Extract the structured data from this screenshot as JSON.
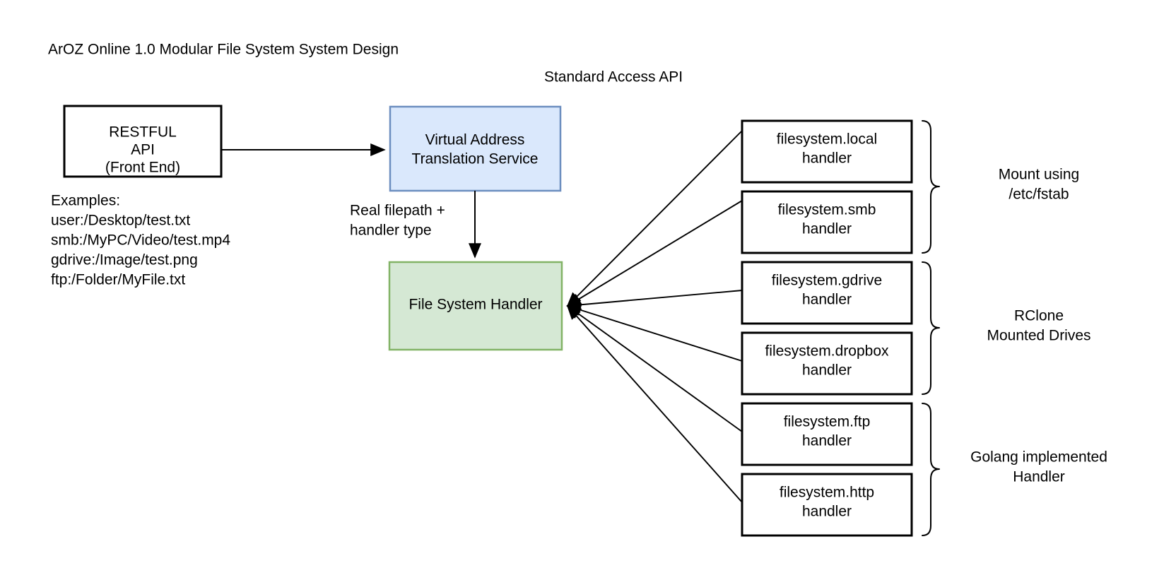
{
  "diagram": {
    "title": "ArOZ Online 1.0 Modular File System System Design",
    "section_label": "Standard Access API",
    "frontend": {
      "name": "restful-api-front-end",
      "lines": [
        "RESTFUL",
        "API",
        "(Front End)"
      ],
      "fill": "#ffffff",
      "stroke": "#000000"
    },
    "examples": {
      "heading": "Examples:",
      "items": [
        "user:/Desktop/test.txt",
        "smb:/MyPC/Video/test.mp4",
        "gdrive:/Image/test.png",
        "ftp:/Folder/MyFile.txt"
      ]
    },
    "vats": {
      "name": "virtual-address-translation-service",
      "lines": [
        "Virtual Address",
        "Translation Service"
      ],
      "fill": "#dae8fc",
      "stroke": "#6c8ebf"
    },
    "edge_label": {
      "lines": [
        "Real filepath +",
        "handler type"
      ]
    },
    "fs_handler": {
      "name": "file-system-handler",
      "lines": [
        "File System Handler"
      ],
      "fill": "#d5e8d4",
      "stroke": "#82b366"
    },
    "handlers": [
      {
        "id": "local",
        "lines": [
          "filesystem.local",
          "handler"
        ]
      },
      {
        "id": "smb",
        "lines": [
          "filesystem.smb",
          "handler"
        ]
      },
      {
        "id": "gdrive",
        "lines": [
          "filesystem.gdrive",
          "handler"
        ]
      },
      {
        "id": "dropbox",
        "lines": [
          "filesystem.dropbox",
          "handler"
        ]
      },
      {
        "id": "ftp",
        "lines": [
          "filesystem.ftp",
          "handler"
        ]
      },
      {
        "id": "http",
        "lines": [
          "filesystem.http",
          "handler"
        ]
      }
    ],
    "groups": [
      {
        "id": "fstab",
        "lines": [
          "Mount using",
          "/etc/fstab"
        ]
      },
      {
        "id": "rclone",
        "lines": [
          "RClone",
          "Mounted Drives"
        ]
      },
      {
        "id": "golang",
        "lines": [
          "Golang implemented",
          "Handler"
        ]
      }
    ]
  }
}
